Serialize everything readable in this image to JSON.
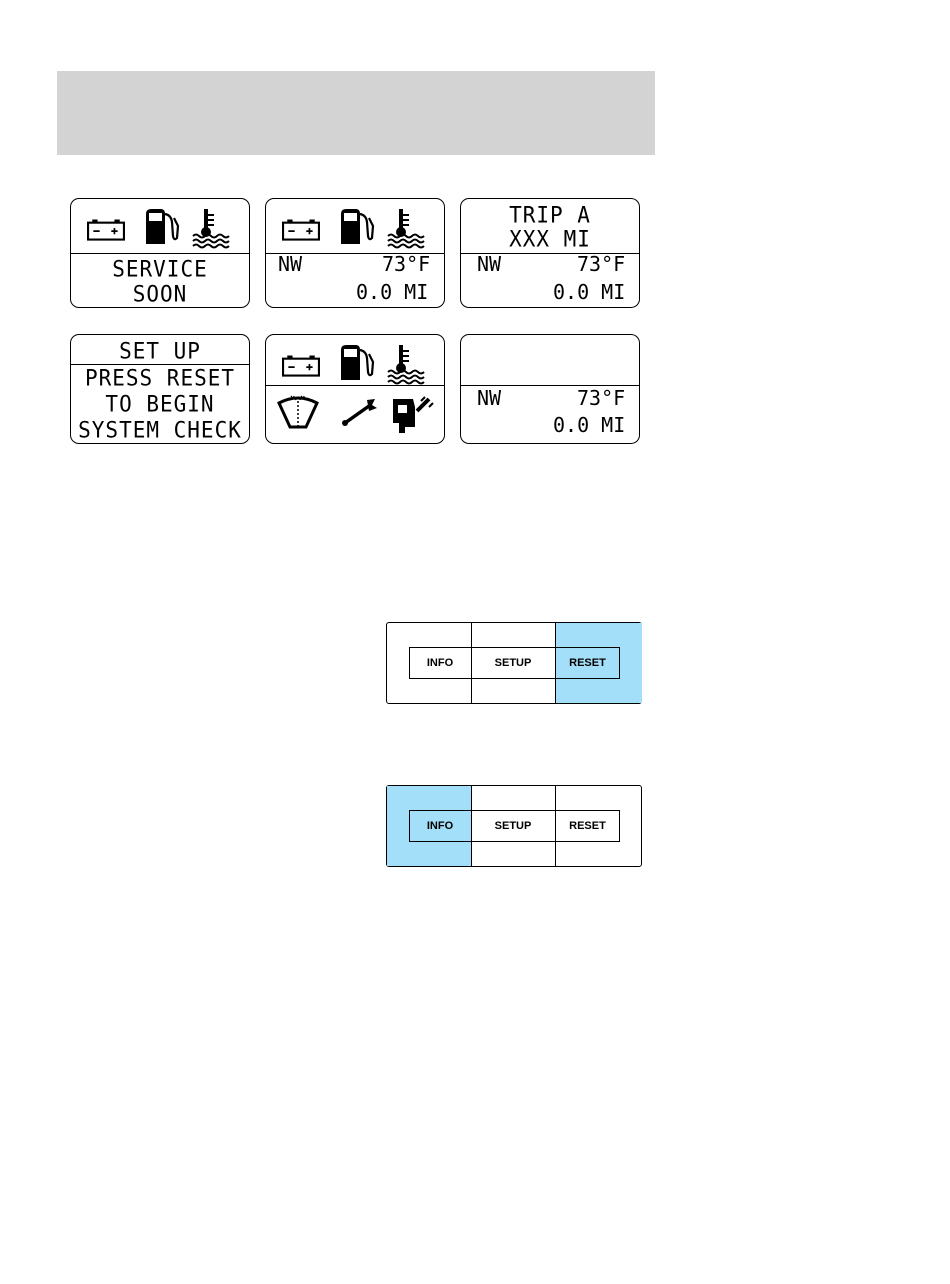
{
  "displays": {
    "d1": {
      "line1": "SERVICE",
      "line2": "SOON"
    },
    "d2": {
      "heading": "NW",
      "temp": "73°F",
      "distance": "0.0 MI"
    },
    "d3": {
      "line1": "TRIP A",
      "line2": "XXX MI",
      "heading": "NW",
      "temp": "73°F",
      "distance": "0.0 MI"
    },
    "d4": {
      "line1": "SET UP",
      "line2": "PRESS RESET",
      "line3": "TO BEGIN",
      "line4": "SYSTEM CHECK"
    },
    "d6": {
      "heading": "NW",
      "temp": "73°F",
      "distance": "0.0 MI"
    }
  },
  "icons": [
    "battery-icon",
    "fuel-pump-icon",
    "coolant-temperature-icon",
    "washer-fluid-icon",
    "wrench-icon",
    "fuel-door-icon"
  ],
  "button_panels": [
    {
      "info": "INFO",
      "setup": "SETUP",
      "reset": "RESET",
      "highlighted": "RESET"
    },
    {
      "info": "INFO",
      "setup": "SETUP",
      "reset": "RESET",
      "highlighted": "INFO"
    }
  ],
  "colors": {
    "header_band": "#d3d3d3",
    "highlight": "#a3dff8"
  }
}
